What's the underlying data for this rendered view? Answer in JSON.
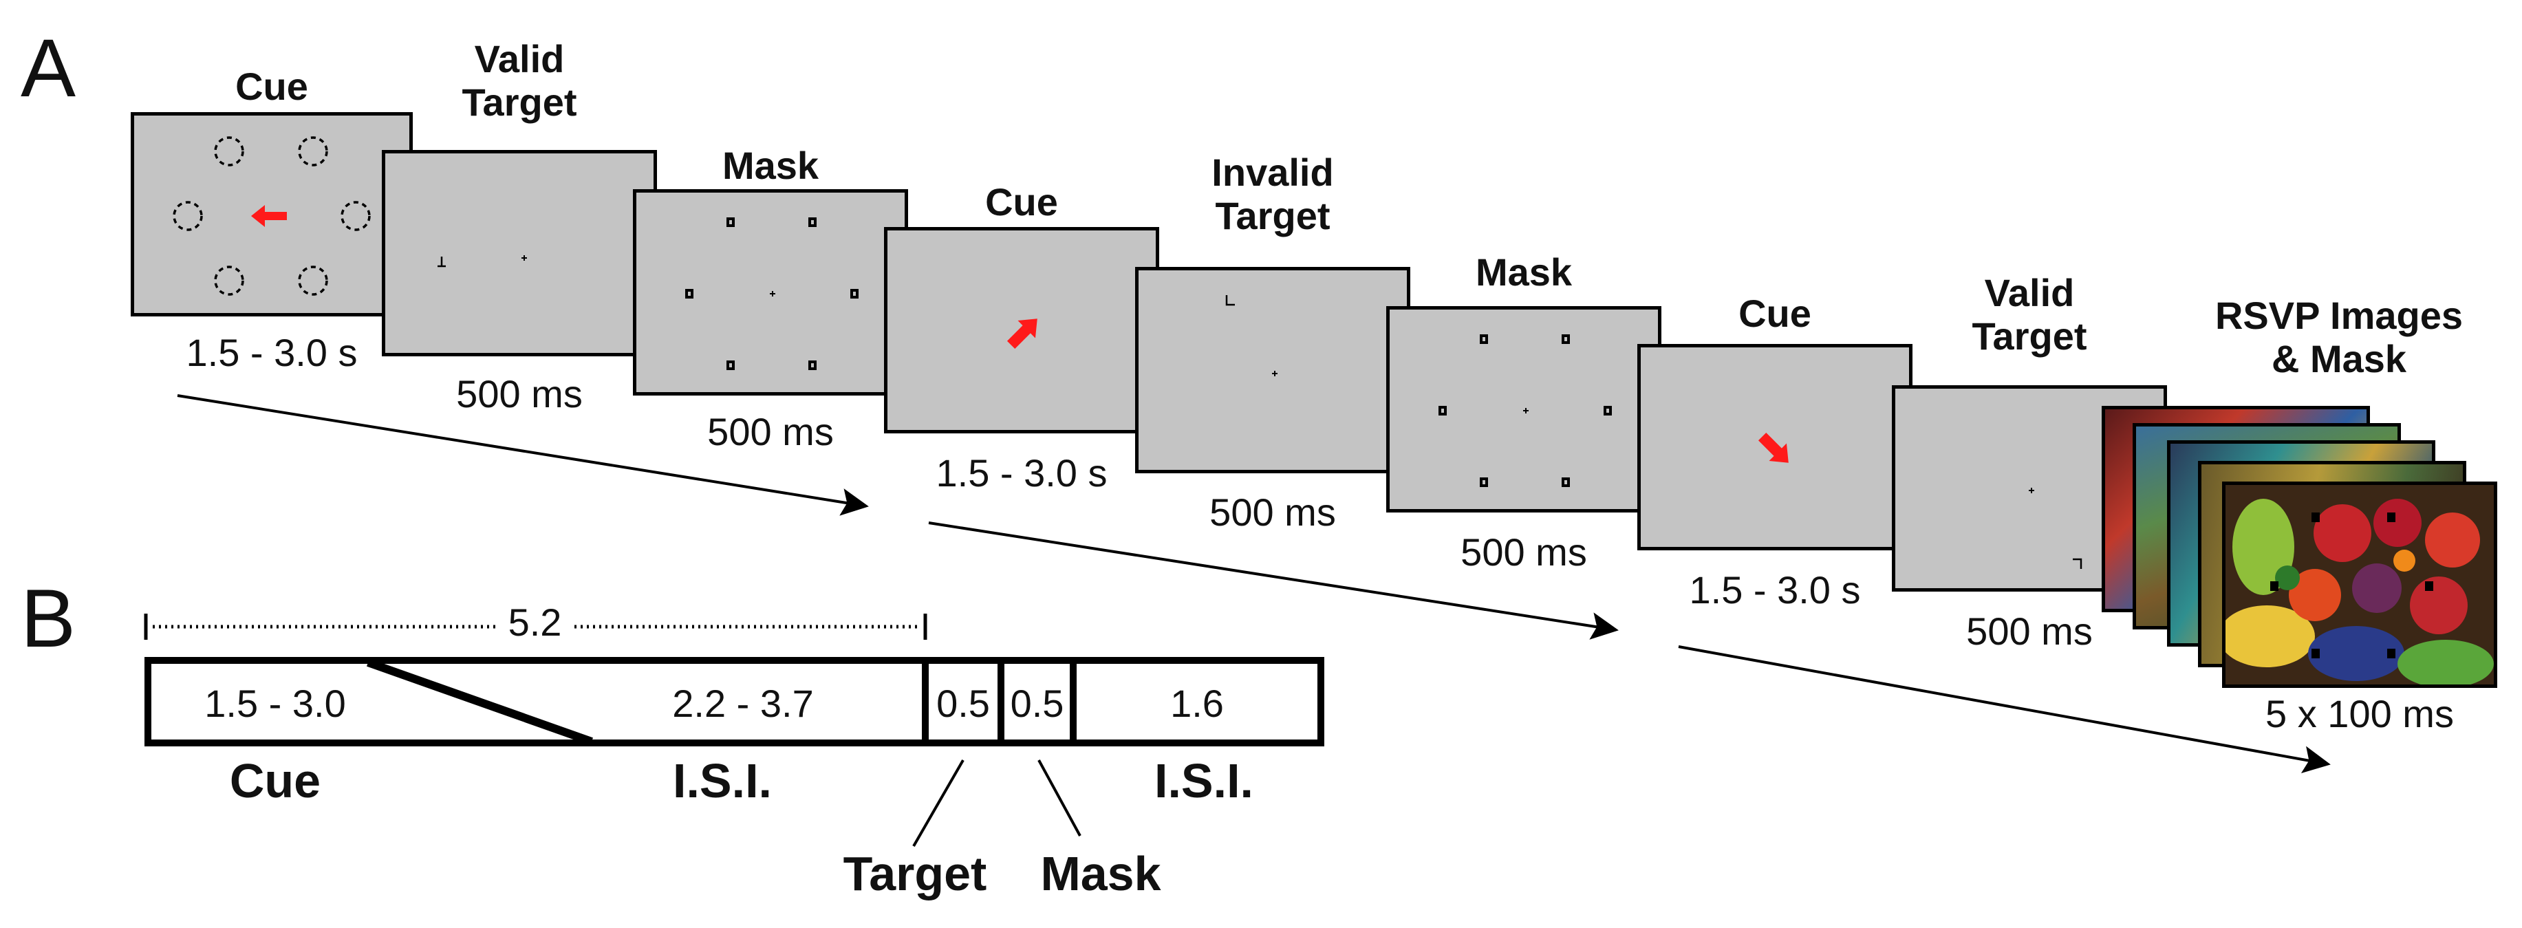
{
  "panels": {
    "a": "A",
    "b": "B"
  },
  "sequence": [
    {
      "title": "Cue",
      "duration": "1.5 - 3.0 s"
    },
    {
      "title": "Valid\nTarget",
      "duration": "500 ms"
    },
    {
      "title": "Mask",
      "duration": "500 ms"
    },
    {
      "title": "Cue",
      "duration": "1.5 - 3.0 s"
    },
    {
      "title": "Invalid\nTarget",
      "duration": "500 ms"
    },
    {
      "title": "Mask",
      "duration": "500 ms"
    },
    {
      "title": "Cue",
      "duration": "1.5 - 3.0 s"
    },
    {
      "title": "Valid\nTarget",
      "duration": "500 ms"
    },
    {
      "title": "RSVP Images\n& Mask",
      "duration": "5 x 100 ms"
    }
  ],
  "timeline": {
    "total": "5.2",
    "segments": [
      "1.5 - 3.0",
      "2.2 - 3.7",
      "0.5",
      "0.5",
      "1.6"
    ],
    "labels": {
      "cue": "Cue",
      "isi1": "I.S.I.",
      "isi2": "I.S.I.",
      "target": "Target",
      "mask": "Mask"
    }
  },
  "colors": {
    "screen": "#c4c4c4",
    "cue_arrow": "#ff1a1a"
  }
}
